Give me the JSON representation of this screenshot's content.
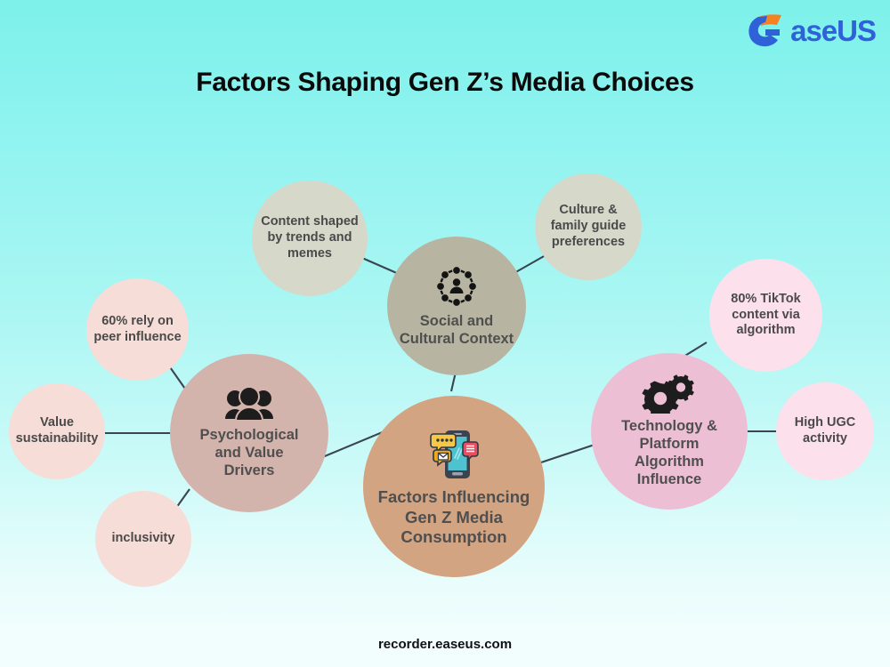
{
  "brand": {
    "logo_text": "aseUS",
    "logo_icon": "easeus-e-logo-icon",
    "logo_colors": {
      "orange": "#f58220",
      "blue": "#2f61d8"
    }
  },
  "header": {
    "title": "Factors Shaping Gen Z’s Media Choices"
  },
  "footer": {
    "url": "recorder.easeus.com"
  },
  "theme": {
    "background_top": "#7df1ea",
    "background_bottom": "#f4feff",
    "connector_color": "#3a4551",
    "center_fill": "#d3a482",
    "branch_psych_fill": "#d3b4ad",
    "branch_social_fill": "#b7b5a2",
    "branch_tech_fill": "#edbfd5",
    "leaf_blush_fill": "#f6ddd7",
    "leaf_sage_fill": "#d6d8ca",
    "leaf_pink_fill": "#fce0ec",
    "node_text": "#4a4a4a"
  },
  "chart_data": {
    "type": "diagram",
    "title": "Factors Shaping Gen Z’s Media Choices",
    "center": {
      "id": "center",
      "label": "Factors Influencing\nGen Z Media\nConsumption",
      "icon": "smartphone-notifications-icon",
      "fill": "#d3a482"
    },
    "branches": [
      {
        "id": "psychological",
        "label": "Psychological\nand Value\nDrivers",
        "icon": "people-group-icon",
        "fill": "#d3b4ad",
        "leaves": [
          {
            "id": "peer-influence",
            "label": "60% rely on\npeer influence",
            "fill": "#f6ddd7"
          },
          {
            "id": "value-sustainability",
            "label": "Value\nsustainability",
            "fill": "#f6ddd7"
          },
          {
            "id": "inclusivity",
            "label": "inclusivity",
            "fill": "#f6ddd7"
          }
        ]
      },
      {
        "id": "social-cultural",
        "label": "Social and\nCultural Context",
        "icon": "community-network-icon",
        "fill": "#b7b5a2",
        "leaves": [
          {
            "id": "trends-memes",
            "label": "Content shaped\nby trends and\nmemes",
            "fill": "#d6d8ca"
          },
          {
            "id": "culture-family",
            "label": "Culture &\nfamily guide\npreferences",
            "fill": "#d6d8ca"
          }
        ]
      },
      {
        "id": "technology-platform",
        "label": "Technology &\nPlatform\nAlgorithm\nInfluence",
        "icon": "gears-icon",
        "fill": "#edbfd5",
        "leaves": [
          {
            "id": "tiktok-algorithm",
            "label": "80% TikTok\ncontent via\nalgorithm",
            "fill": "#fce0ec"
          },
          {
            "id": "high-ugc",
            "label": "High UGC\nactivity",
            "fill": "#fce0ec"
          }
        ]
      }
    ]
  }
}
